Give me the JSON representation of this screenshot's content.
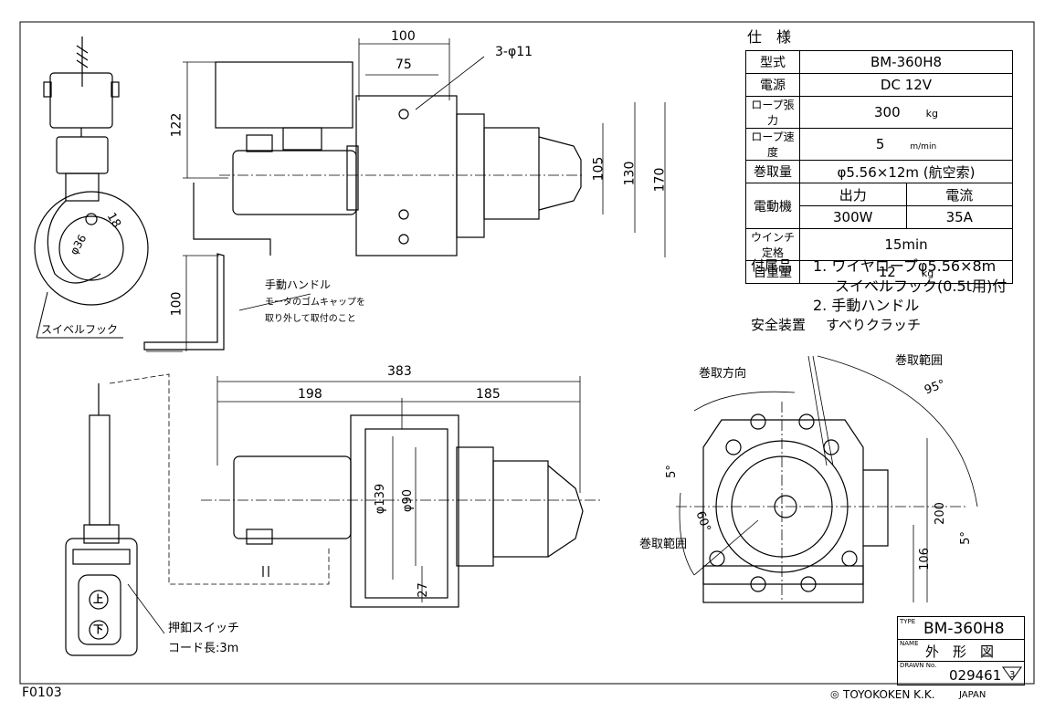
{
  "spec": {
    "title": "仕　様",
    "rows": [
      {
        "key": "型式",
        "value": "BM-360H8"
      },
      {
        "key": "電源",
        "value": "DC 12V"
      },
      {
        "key": "ロープ張力",
        "value": "300",
        "unit": "kg"
      },
      {
        "key": "ロープ速度",
        "value": "5",
        "unit": "m/min"
      },
      {
        "key": "巻取量",
        "value": "φ5.56×12m (航空索)"
      },
      {
        "key": "電動機",
        "sub_headers": [
          "出力",
          "電流"
        ],
        "sub_values": [
          "300W",
          "35A"
        ]
      },
      {
        "key": "ウインチ定格",
        "value": "15min"
      },
      {
        "key": "自重量",
        "value": "12",
        "unit": "kg"
      }
    ]
  },
  "accessories": {
    "label": "付属品",
    "line1": "1. ワイヤロープφ5.56×8m",
    "line2": "スイベルフック(0.5t用)付",
    "line3": "2. 手動ハンドル",
    "safety_label": "安全装置",
    "safety_value": "すべりクラッチ"
  },
  "top_view": {
    "dims": [
      "100",
      "75",
      "3-φ11",
      "122",
      "105",
      "130",
      "170",
      "100"
    ],
    "handle_label": "手動ハンドル",
    "handle_note_1": "モータのゴムキャップを",
    "handle_note_2": "取り外して取付のこと"
  },
  "hook": {
    "dim_a": "18",
    "dim_b": "φ36",
    "label": "スイベルフック"
  },
  "front_view": {
    "dims": [
      "383",
      "198",
      "185",
      "φ139",
      "φ90",
      "27"
    ]
  },
  "switch": {
    "label": "押釦スイッチ",
    "cord": "コード長:3m",
    "up": "上",
    "down": "下"
  },
  "side_view": {
    "direction": "巻取方向",
    "range_top": "巻取範囲",
    "range_left": "巻取範囲",
    "angle_95": "95°",
    "angle_60": "60°",
    "angle_5a": "5°",
    "angle_5b": "5°",
    "dim_200": "200",
    "dim_106": "106"
  },
  "title_block": {
    "type_caption": "TYPE",
    "type_value": "BM-360H8",
    "name_caption": "NAME",
    "name_value": "外　形　図",
    "drawn_caption": "DRAWN No.",
    "drawn_value": "029461",
    "revision": "3"
  },
  "footer": {
    "code": "F0103",
    "company": "TOYOKOKEN  K.K.",
    "country": "JAPAN"
  }
}
